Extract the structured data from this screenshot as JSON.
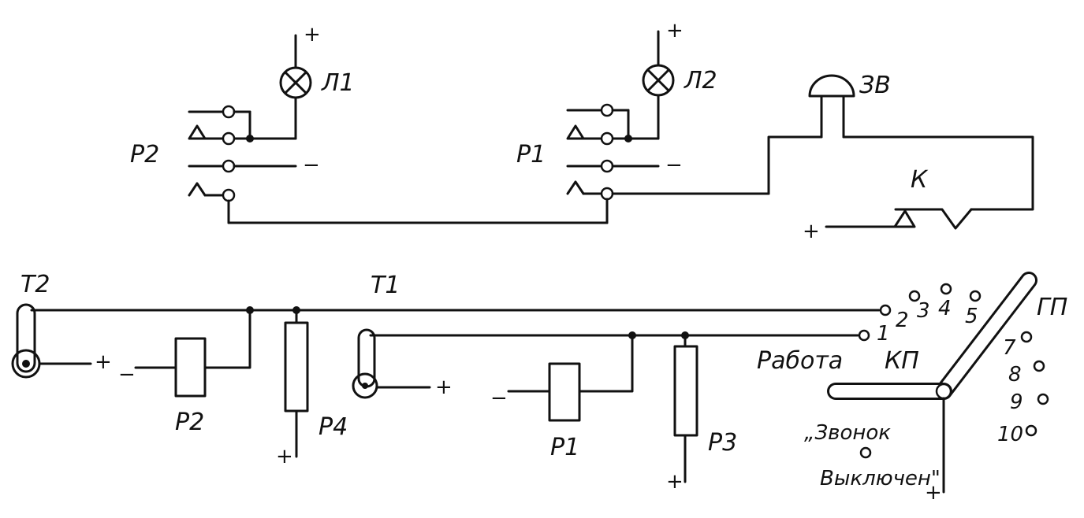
{
  "labels": {
    "lamp1": "Л1",
    "lamp2": "Л2",
    "bell": "ЗВ",
    "key": "К",
    "relay_p2_top": "Р2",
    "relay_p1_top": "Р1",
    "handset_t2": "Т2",
    "handset_t1": "Т1",
    "relay_p2_bottom": "Р2",
    "relay_p4": "Р4",
    "relay_p1_bottom": "Р1",
    "relay_p3": "Р3",
    "switch_gp": "ГП",
    "switch_kp": "КП",
    "mode_work": "Работа",
    "mode_bell_off_line1": "„Звонок",
    "mode_bell_off_line2": "Выключен\""
  },
  "signs": {
    "plus": "+",
    "minus": "−"
  },
  "switch_positions": [
    "1",
    "2",
    "3",
    "4",
    "5",
    "7",
    "8",
    "9",
    "10"
  ]
}
